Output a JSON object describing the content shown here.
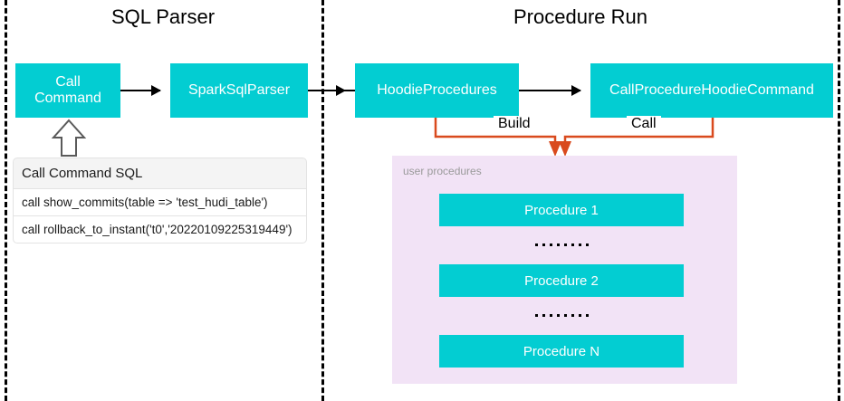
{
  "diagram": {
    "sections": [
      {
        "id": "sql-parser",
        "title": "SQL Parser"
      },
      {
        "id": "procedure-run",
        "title": "Procedure Run"
      }
    ],
    "boxes": {
      "call_command": "Call\nCommand",
      "spark_sql_parser": "SparkSqlParser",
      "hoodie_procedures": "HoodieProcedures",
      "call_procedure_hoodie_command": "CallProcedureHoodieCommand"
    },
    "connector_labels": {
      "build": "Build",
      "call": "Call"
    },
    "sql_table": {
      "header": "Call Command SQL",
      "rows": [
        "call show_commits(table => 'test_hudi_table')",
        "call rollback_to_instant('t0','20220109225319449')"
      ]
    },
    "procedures_panel": {
      "caption": "user procedures",
      "items": [
        "Procedure 1",
        "Procedure 2",
        "Procedure N"
      ],
      "ellipsis": "......."
    },
    "colors": {
      "teal_box": "#03CDD2",
      "panel_background": "#F2E3F6",
      "connector_orange": "#D94A1E",
      "divider": "#000000",
      "caption_text": "#9a9a9a",
      "table_header_background": "#f4f4f4"
    }
  }
}
